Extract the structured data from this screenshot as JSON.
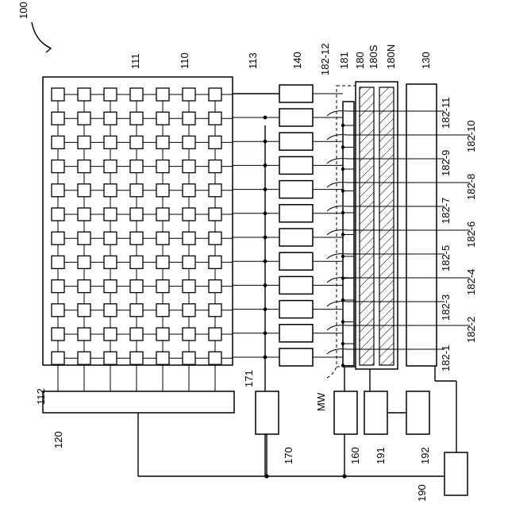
{
  "figure": {
    "title": "100",
    "labels": {
      "array": "110",
      "cell": "111",
      "bus_h": "112",
      "bus_v": "113",
      "col_driver": "120",
      "side_unit": "130",
      "row_driver": "140",
      "ctrl_160": "160",
      "ctrl_170": "170",
      "line_171": "171",
      "magnet": "180",
      "south": "180S",
      "north": "180N",
      "wire": "181",
      "ctrl_190": "190",
      "ctrl_191": "191",
      "ctrl_192": "192",
      "mw": "MW"
    },
    "segments": [
      "182-1",
      "182-2",
      "182-3",
      "182-4",
      "182-5",
      "182-6",
      "182-7",
      "182-8",
      "182-9",
      "182-10",
      "182-11",
      "182-12"
    ]
  }
}
